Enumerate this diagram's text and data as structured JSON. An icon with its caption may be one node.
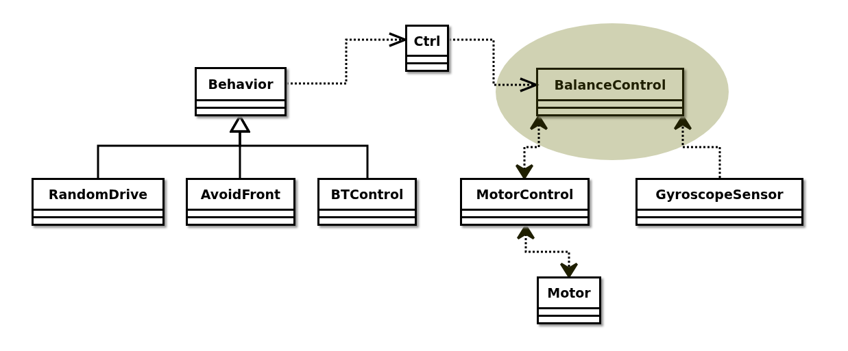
{
  "diagram": {
    "nodes": [
      {
        "text": [
          "Ctrl"
        ]
      },
      {
        "text": [
          "Behavior"
        ]
      },
      {
        "text": [],
        "shape": "ellipse"
      },
      {
        "text": [
          "BalanceControl"
        ],
        "in": 2
      },
      {
        "text": [
          "RandomDrive"
        ]
      },
      {
        "text": [
          "AvoidFront"
        ]
      },
      {
        "text": [
          "BTControl"
        ]
      },
      {
        "text": [
          "MotorControl"
        ]
      },
      {
        "text": [
          "GyroscopeSensor"
        ]
      },
      {
        "text": [
          "Motor"
        ]
      }
    ],
    "edges": [
      {
        "from": 1,
        "to": 0,
        "arrow": "to",
        "style": "dashed"
      },
      {
        "from": 0,
        "to": 3,
        "arrow": "to",
        "style": "dashed"
      },
      {
        "from": 4,
        "to": 1,
        "arrow": "to"
      },
      {
        "from": 5,
        "to": 1,
        "arrow": "to"
      },
      {
        "from": 6,
        "to": 1,
        "arrow": "to"
      },
      {
        "from": 7,
        "to": 3,
        "arrow": "both",
        "style": "dashed"
      },
      {
        "from": 8,
        "to": 3,
        "arrow": "to",
        "style": "dashed"
      },
      {
        "from": 7,
        "to": 9,
        "arrow": "both",
        "style": "dashed"
      }
    ]
  }
}
